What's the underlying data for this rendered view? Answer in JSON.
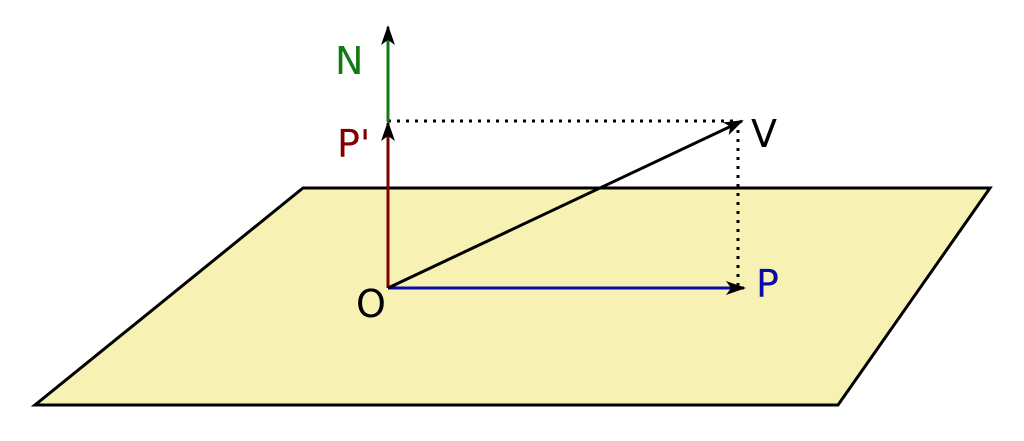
{
  "labels": {
    "normal": "N",
    "projection_normal": "P'",
    "vector": "V",
    "projection_plane": "P",
    "origin": "O"
  },
  "colors": {
    "plane_fill": "#f7f2b3",
    "outline": "#000000",
    "normal_vector": "#127a12",
    "projection_normal_vector": "#800000",
    "projection_plane_vector": "#0a0aa8",
    "main_vector": "#000000",
    "background": "#ffffff"
  }
}
